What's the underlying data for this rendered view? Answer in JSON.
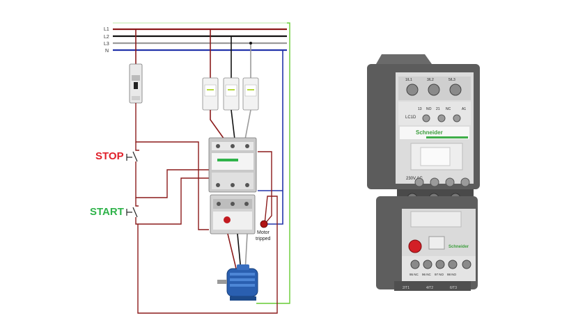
{
  "diagram": {
    "bus_labels": [
      "L1",
      "L2",
      "L3",
      "N"
    ],
    "stop_label": "STOP",
    "start_label": "START",
    "motor_tripped_label_line1": "Motor",
    "motor_tripped_label_line2": "tripped"
  },
  "device": {
    "brand_text": "Schneider",
    "model_text": "LC1D",
    "coil_voltage_text": "230V AC",
    "top_terminals": [
      "1/L1",
      "3/L2",
      "5/L3"
    ],
    "aux_labels": [
      "13",
      "NO",
      "21",
      "NC",
      "A1"
    ],
    "bottom_terminals": [
      "2/T1",
      "4/T2",
      "6/T3"
    ],
    "relay_terminals": [
      "95 NC",
      "96 NC",
      "97 NO",
      "98 NO"
    ]
  },
  "colors": {
    "L1": "#8b1a1a",
    "L2": "#111111",
    "L3": "#9a9a9a",
    "N": "#2233aa",
    "ground": "#66cc33",
    "control": "#8b1a1a",
    "stop": "#e0202a",
    "start": "#2fb34a",
    "motor": "#2a5fb0"
  }
}
